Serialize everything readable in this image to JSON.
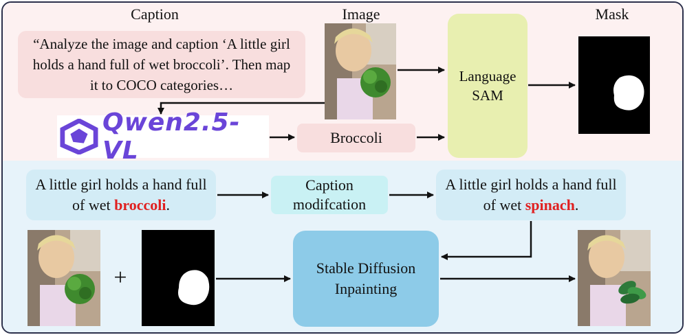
{
  "top": {
    "caption_header": "Caption",
    "image_header": "Image",
    "mask_header": "Mask",
    "prompt_text": "“Analyze the image and caption ‘A little girl holds a hand full of wet broccoli’. Then map it to COCO categories…",
    "qwen_logo_text": "Qwen2.5-VL",
    "category_text": "Broccoli",
    "sam_text": "Language SAM"
  },
  "bottom": {
    "orig_caption_prefix": "A little girl holds a hand full of wet ",
    "orig_caption_word": "broccoli",
    "orig_caption_suffix": ".",
    "modification_text": "Caption modifcation",
    "new_caption_prefix": "A little girl holds a hand full of wet ",
    "new_caption_word": "spinach",
    "new_caption_suffix": ".",
    "plus_sign": "+",
    "inpaint_text": "Stable Diffusion Inpainting"
  },
  "colors": {
    "accent_red": "#e02020",
    "qwen_purple": "#6a45d8",
    "top_panel": "#fdf1f1",
    "bottom_panel": "#e7f3fa"
  }
}
